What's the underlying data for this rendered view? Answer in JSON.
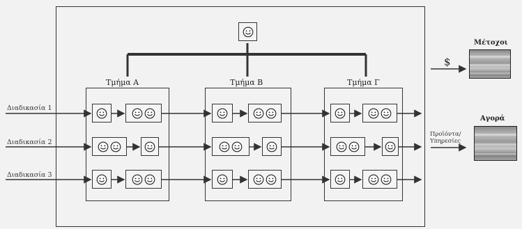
{
  "colors": {
    "line": "#333333",
    "background": "#f2f2f2",
    "panel": "#a0a0a0"
  },
  "icons": {
    "face": "smiley-face-icon"
  },
  "departments": [
    {
      "label": "Τμήμα Α"
    },
    {
      "label": "Τμήμα Β"
    },
    {
      "label": "Τμήμα Γ"
    }
  ],
  "processes": [
    {
      "label": "Διαδικασία 1"
    },
    {
      "label": "Διαδικασία 2"
    },
    {
      "label": "Διαδικασία 3"
    }
  ],
  "outputs": {
    "money_symbol": "$",
    "products_label_line1": "Προϊόντα/",
    "products_label_line2": "Υπηρεσίες"
  },
  "targets": {
    "shareholders": "Μέτοχοι",
    "market": "Αγορά"
  }
}
